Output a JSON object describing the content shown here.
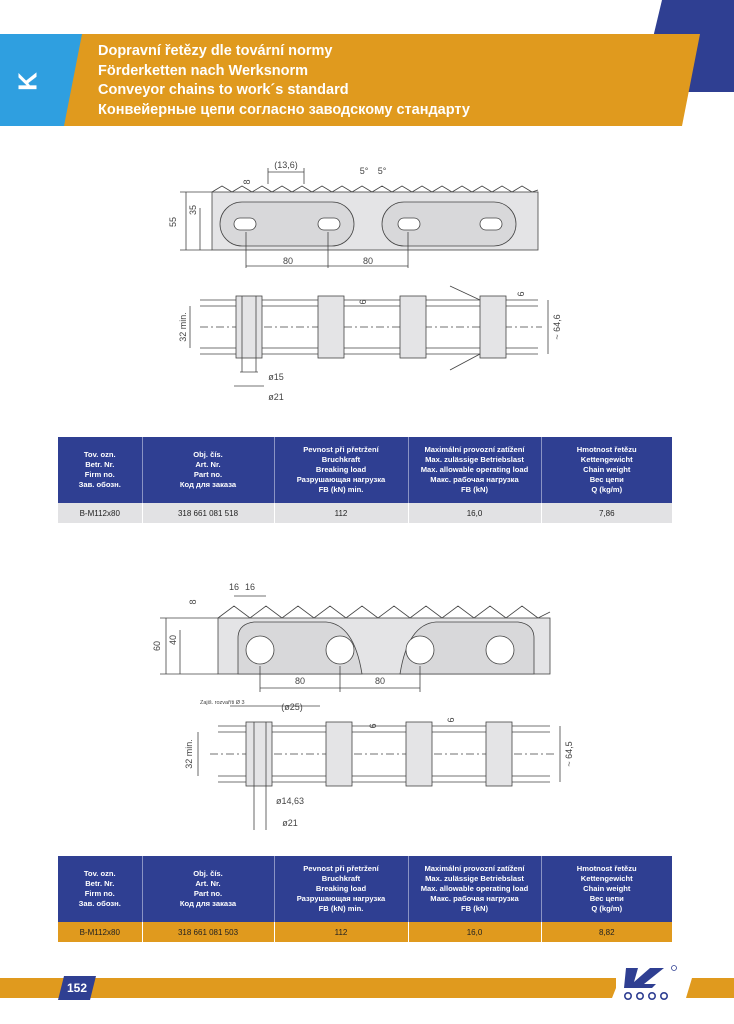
{
  "header": {
    "section_letter": "K",
    "titles": [
      "Dopravní řetězy dle tovární normy",
      "Förderketten nach Werksnorm",
      "Conveyor chains to work´s standard",
      "Конвейерные цепи согласно заводскому стандарту"
    ]
  },
  "drawing1": {
    "dims": {
      "pitch_a": "(13,6)",
      "tooth": "8",
      "angle_l": "5°",
      "angle_r": "5°",
      "height_total": "55",
      "height_plate": "35",
      "pitch_1": "80",
      "pitch_2": "80",
      "width": "32 min.",
      "plate_t1": "6",
      "plate_t2": "6",
      "overall": "~ 64,6",
      "pin_d": "ø15",
      "roller_d": "ø21"
    }
  },
  "drawing2": {
    "dims": {
      "tooth_1": "16",
      "tooth_2": "16",
      "tooth_h": "8",
      "height_plate": "40",
      "height_total": "60",
      "pitch_1": "80",
      "pitch_2": "80",
      "hole_d": "(ø25)",
      "note": "Zajiš. rozvaříti Ø 3",
      "plate_t1": "6",
      "plate_t2": "6",
      "width": "32 min.",
      "overall": "~ 64,5",
      "pin_d": "ø14,63",
      "roller_d": "ø21"
    }
  },
  "table_headers": [
    "Tov. ozn.\nBetr. Nr.\nFirm no.\nЗав. обозн.",
    "Obj. čís.\nArt. Nr.\nPart no.\nКод для заказа",
    "Pevnost při přetržení\nBruchkraft\nBreaking load\nРазрушающая нагрузка\nFB (kN) min.",
    "Maximální provozní zatížení\nMax. zulässige Betriebslast\nMax. allowable operating load\nМакс. рабочая нагрузка\nFB (kN)",
    "Hmotnost řetězu\nKettengewicht\nChain weight\nВес цепи\nQ (kg/m)"
  ],
  "table1": {
    "row": [
      "B-M112x80",
      "318 661 081 518",
      "112",
      "16,0",
      "7,86"
    ]
  },
  "table2": {
    "row": [
      "B-M112x80",
      "318 661 081 503",
      "112",
      "16,0",
      "8,82"
    ]
  },
  "footer": {
    "page_number": "152"
  },
  "colors": {
    "brand_blue": "#2f3f92",
    "brand_orange": "#e09a1e",
    "tab_blue": "#2f9fe0",
    "row_grey": "#e2e2e4"
  }
}
